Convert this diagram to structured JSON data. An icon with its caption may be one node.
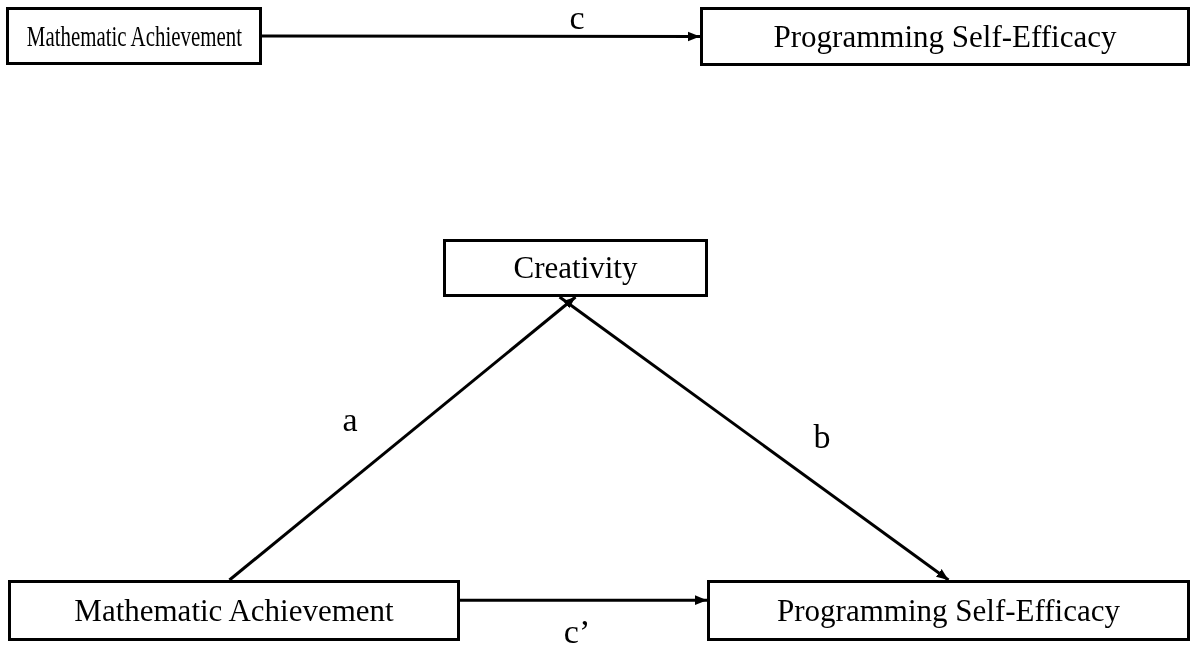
{
  "diagram": {
    "nodes": [
      {
        "text": [
          "Mathematic Achievement"
        ]
      },
      {
        "text": [
          "Programming Self-Efficacy"
        ]
      },
      {
        "text": [
          "Creativity"
        ]
      },
      {
        "text": [
          "Mathematic Achievement"
        ]
      },
      {
        "text": [
          "Programming Self-Efficacy"
        ]
      }
    ],
    "edges": [
      {
        "from": 0,
        "to": 1,
        "arrow": "to",
        "label": "c"
      },
      {
        "from": 3,
        "to": 2,
        "arrow": "to",
        "label": "a"
      },
      {
        "from": 2,
        "to": 4,
        "arrow": "to",
        "label": "b"
      },
      {
        "from": 3,
        "to": 4,
        "arrow": "to",
        "label": "c’"
      }
    ]
  }
}
